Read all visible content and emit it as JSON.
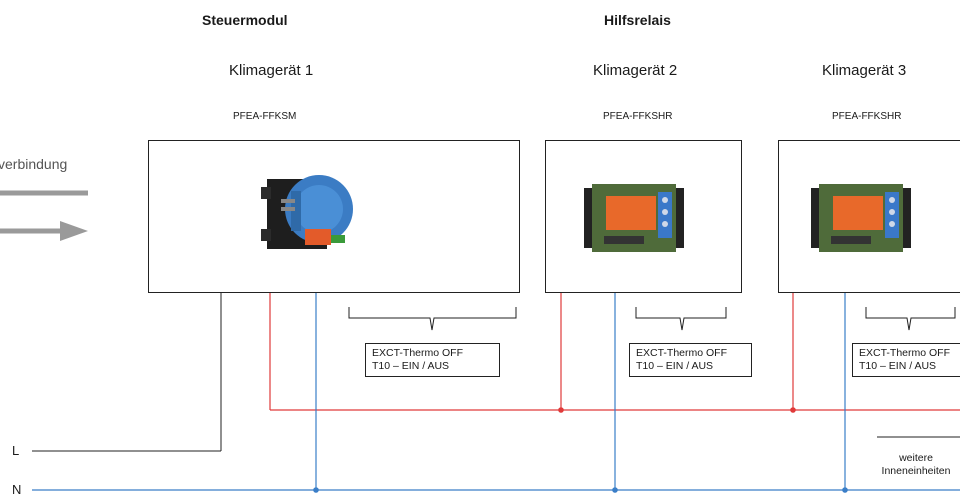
{
  "headings": {
    "control_module": "Steuermodul",
    "aux_relay": "Hilfsrelais"
  },
  "units": [
    {
      "title": "Klimagerät 1",
      "model": "PFEA-FFKSM"
    },
    {
      "title": "Klimagerät 2",
      "model": "PFEA-FFKSHR"
    },
    {
      "title": "Klimagerät 3",
      "model": "PFEA-FFKSHR"
    }
  ],
  "side_label": "verbindung",
  "terminal_tags": [
    {
      "line1": "EXCT-Thermo OFF",
      "line2": "T10 – EIN / AUS"
    },
    {
      "line1": "EXCT-Thermo OFF",
      "line2": "T10 – EIN / AUS"
    },
    {
      "line1": "EXCT-Thermo OFF",
      "line2": "T10 – EIN / AUS"
    }
  ],
  "bus": {
    "l": "L",
    "n": "N"
  },
  "more_units": {
    "line1": "weitere",
    "line2": "Inneneinheiten"
  },
  "colors": {
    "live_wire": "#e03a3a",
    "neutral_wire": "#3a7ec8",
    "l_wire": "#222222",
    "arrow": "#9a9a9a"
  }
}
